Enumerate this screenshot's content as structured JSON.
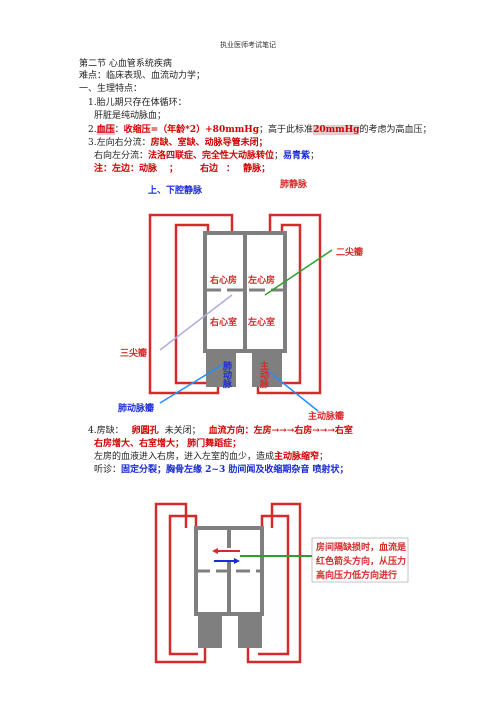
{
  "header": "执业医师考试笔记",
  "section_title": "第二节 心血管系统疾病",
  "difficulty": "难点：临床表现、血流动力学；",
  "heading1": "一、生理特点：",
  "item1": "1.胎儿期只存在体循环：",
  "item1_sub": "肝脏是纯动脉血；",
  "item2": {
    "num": "2.",
    "bp": "血压",
    "colon": "：",
    "formula": "收缩压=（年龄*2）+80mmHg",
    "mid": "；高于此标准",
    "value": "20mmHg",
    "tail": "的考虑为高血压；"
  },
  "item3": {
    "text": "3.左向右分流：",
    "red": "房缺、室缺、动脉导管未闭；"
  },
  "right_left": {
    "text": "右向左分流：",
    "red": "法洛四联症、完全性大动脉转位",
    "colon": "；",
    "blue": "易青紫",
    "end": "；"
  },
  "note": {
    "a": "注：左边：动脉",
    "b": "；",
    "c": "右边",
    "d": "：",
    "e": "静脉；"
  },
  "diagram1": {
    "vena_cava": "上、下腔静脉",
    "pulm_vein": "肺静脉",
    "mitral": "二尖瓣",
    "tricuspid": "三尖瓣",
    "pulm_valve": "肺动脉瓣",
    "aortic_valve": "主动脉瓣",
    "ra": "右心房",
    "la": "左心房",
    "rv": "右心室",
    "lv": "左心室",
    "pulm_artery": "肺动脉",
    "aorta": "主动脉"
  },
  "item4": {
    "a": "4.房缺：",
    "b": "卵圆孔",
    "c": "未关闭；",
    "d": "血流方向：左房→→→右房→→→右室"
  },
  "item4_sub": "右房增大、右室增大；  肺门舞蹈症；",
  "item4_desc": {
    "a": "左房的血液进入右房，进入左室的血少，造成",
    "b": "主动脉缩窄",
    "c": "；"
  },
  "auscultation": {
    "a": "听诊：",
    "b": "固定分裂；胸骨左缘 2~3 肋间闻及收缩期杂音  喷射状；"
  },
  "diagram2": {
    "callout_l1": "房间隔缺损时，血流是",
    "callout_l2": "红色箭头方向，从压力",
    "callout_l3": "高向压力低方向进行"
  }
}
